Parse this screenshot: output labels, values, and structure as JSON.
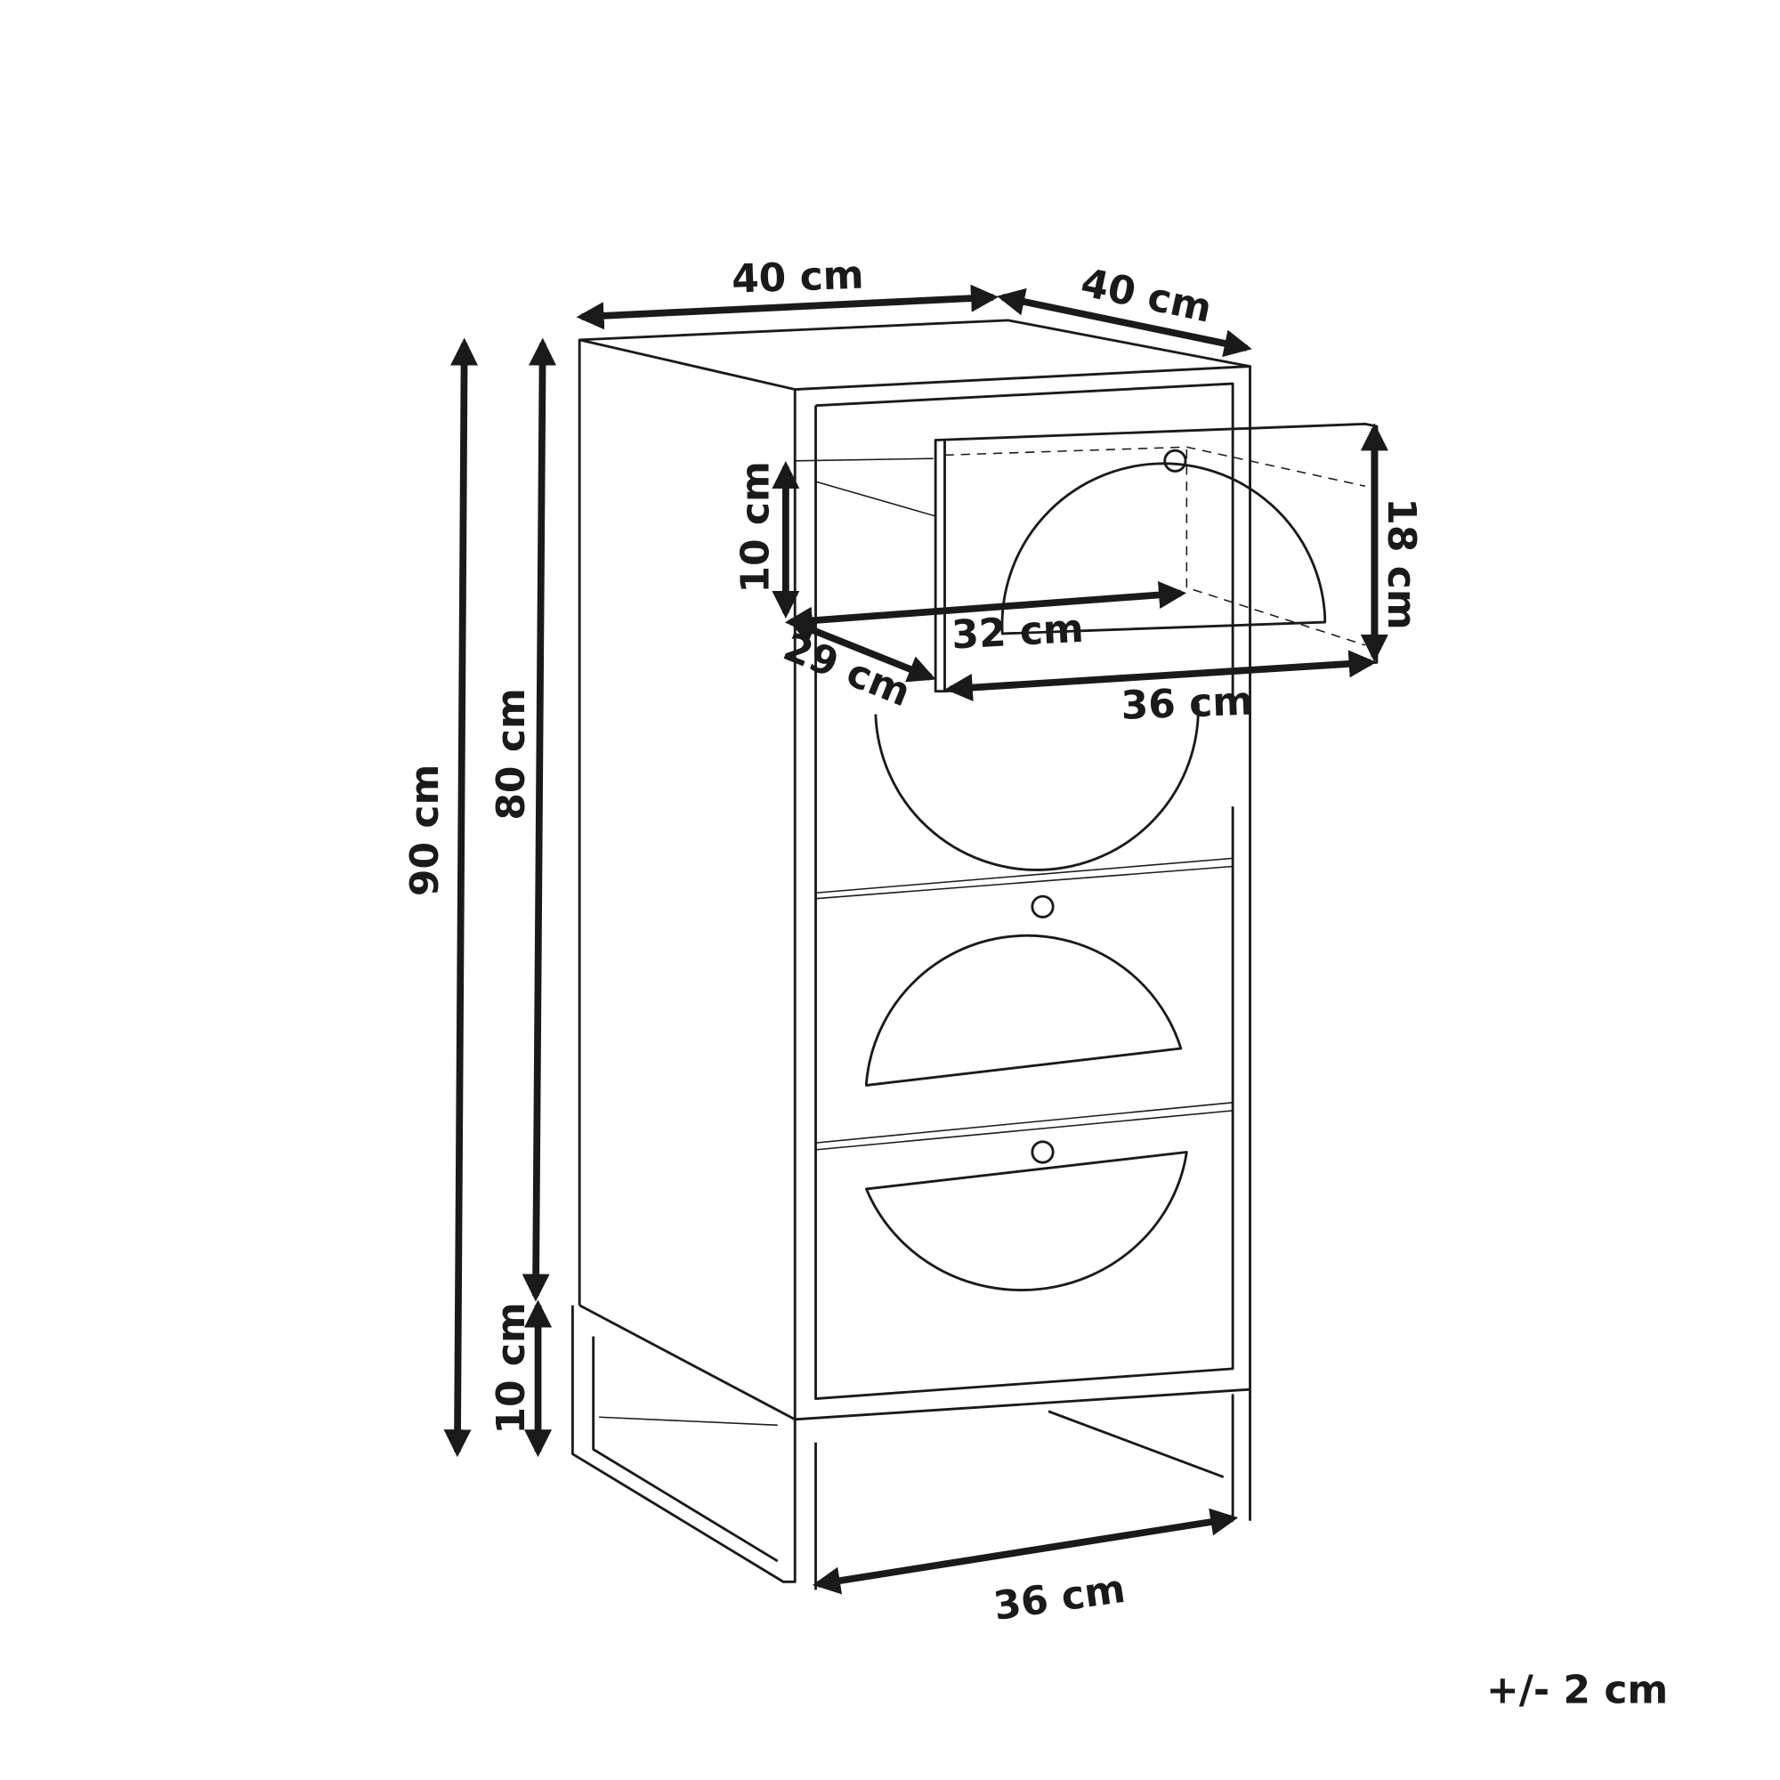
{
  "dimensions": {
    "top_width": "40 cm",
    "top_depth": "40 cm",
    "total_height": "90 cm",
    "body_height": "80 cm",
    "leg_height": "10 cm",
    "drawer_inner_height": "10 cm",
    "drawer_front_height": "18 cm",
    "drawer_inner_width": "32 cm",
    "drawer_depth": "29 cm",
    "drawer_front_width": "36 cm",
    "base_width": "36 cm"
  },
  "tolerance": "+/- 2 cm"
}
